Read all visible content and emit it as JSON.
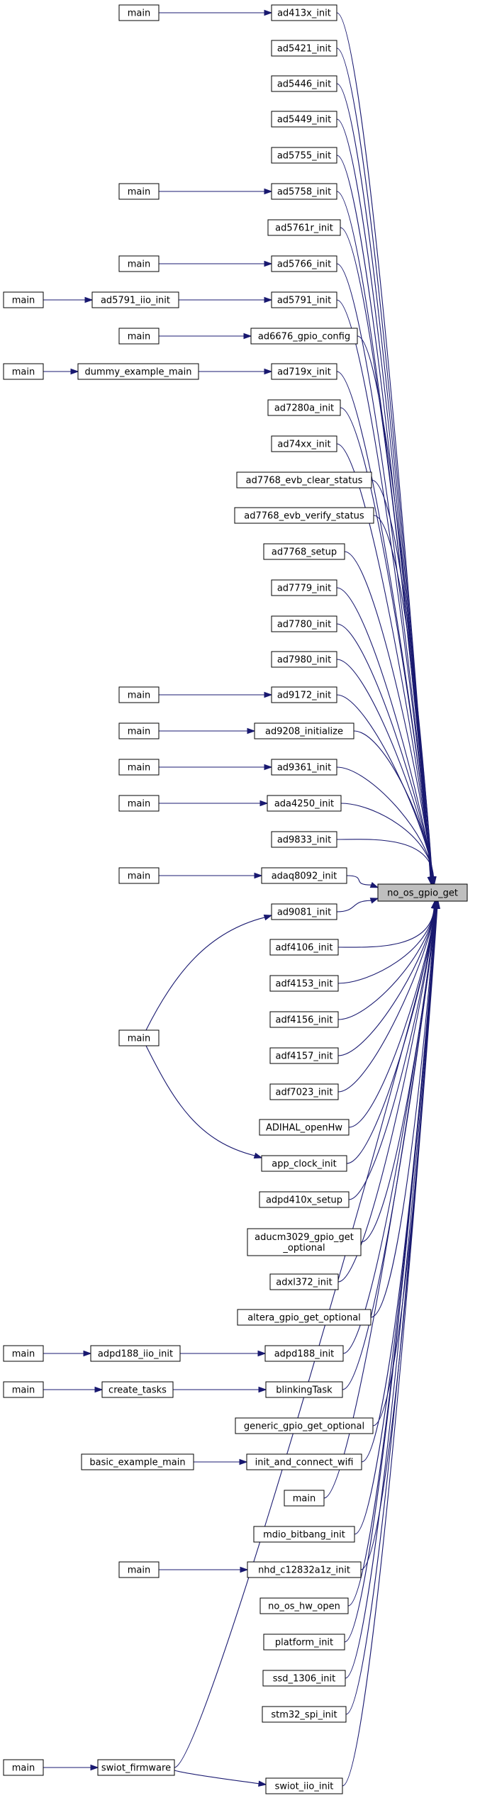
{
  "diagram": {
    "type": "call-graph",
    "target": "no_os_gpio_get",
    "edge_color": "#191970",
    "target_fill": "#bfbfbf",
    "nodes": [
      {
        "id": "target",
        "label": "no_os_gpio_get"
      },
      {
        "id": "c1",
        "label": "ad413x_init"
      },
      {
        "id": "c2",
        "label": "ad5421_init"
      },
      {
        "id": "c3",
        "label": "ad5446_init"
      },
      {
        "id": "c4",
        "label": "ad5449_init"
      },
      {
        "id": "c5",
        "label": "ad5755_init"
      },
      {
        "id": "c6",
        "label": "ad5758_init"
      },
      {
        "id": "c7",
        "label": "ad5761r_init"
      },
      {
        "id": "c8",
        "label": "ad5766_init"
      },
      {
        "id": "c9",
        "label": "ad5791_init"
      },
      {
        "id": "c10",
        "label": "ad6676_gpio_config"
      },
      {
        "id": "c11",
        "label": "ad719x_init"
      },
      {
        "id": "c12",
        "label": "ad7280a_init"
      },
      {
        "id": "c13",
        "label": "ad74xx_init"
      },
      {
        "id": "c14",
        "label": "ad7768_evb_clear_status"
      },
      {
        "id": "c15",
        "label": "ad7768_evb_verify_status"
      },
      {
        "id": "c16",
        "label": "ad7768_setup"
      },
      {
        "id": "c17",
        "label": "ad7779_init"
      },
      {
        "id": "c18",
        "label": "ad7780_init"
      },
      {
        "id": "c19",
        "label": "ad7980_init"
      },
      {
        "id": "c20",
        "label": "ad9172_init"
      },
      {
        "id": "c21",
        "label": "ad9208_initialize"
      },
      {
        "id": "c22",
        "label": "ad9361_init"
      },
      {
        "id": "c23",
        "label": "ada4250_init"
      },
      {
        "id": "c24",
        "label": "ad9833_init"
      },
      {
        "id": "c25",
        "label": "adaq8092_init"
      },
      {
        "id": "c26",
        "label": "ad9081_init"
      },
      {
        "id": "c27",
        "label": "adf4106_init"
      },
      {
        "id": "c28",
        "label": "adf4153_init"
      },
      {
        "id": "c29",
        "label": "adf4156_init"
      },
      {
        "id": "c30",
        "label": "adf4157_init"
      },
      {
        "id": "c31",
        "label": "adf7023_init"
      },
      {
        "id": "c32",
        "label": "ADIHAL_openHw"
      },
      {
        "id": "c33",
        "label": "app_clock_init"
      },
      {
        "id": "c34",
        "label": "adpd410x_setup"
      },
      {
        "id": "c35",
        "label": "aducm3029_gpio_get\n_optional"
      },
      {
        "id": "c36",
        "label": "adxl372_init"
      },
      {
        "id": "c37",
        "label": "altera_gpio_get_optional"
      },
      {
        "id": "c38",
        "label": "adpd188_init"
      },
      {
        "id": "c39",
        "label": "blinkingTask"
      },
      {
        "id": "c40",
        "label": "generic_gpio_get_optional"
      },
      {
        "id": "c41",
        "label": "init_and_connect_wifi"
      },
      {
        "id": "c42",
        "label": "main"
      },
      {
        "id": "c43",
        "label": "mdio_bitbang_init"
      },
      {
        "id": "c44",
        "label": "nhd_c12832a1z_init"
      },
      {
        "id": "c45",
        "label": "no_os_hw_open"
      },
      {
        "id": "c46",
        "label": "platform_init"
      },
      {
        "id": "c47",
        "label": "ssd_1306_init"
      },
      {
        "id": "c48",
        "label": "stm32_spi_init"
      },
      {
        "id": "c49",
        "label": "swiot_iio_init"
      },
      {
        "id": "m1",
        "label": "main"
      },
      {
        "id": "m6",
        "label": "main"
      },
      {
        "id": "m8",
        "label": "main"
      },
      {
        "id": "a9",
        "label": "ad5791_iio_init"
      },
      {
        "id": "mm9",
        "label": "main"
      },
      {
        "id": "m10",
        "label": "main"
      },
      {
        "id": "d11",
        "label": "dummy_example_main"
      },
      {
        "id": "mm11",
        "label": "main"
      },
      {
        "id": "m20",
        "label": "main"
      },
      {
        "id": "m21",
        "label": "main"
      },
      {
        "id": "m22",
        "label": "main"
      },
      {
        "id": "m23",
        "label": "main"
      },
      {
        "id": "m25",
        "label": "main"
      },
      {
        "id": "m26",
        "label": "main"
      },
      {
        "id": "a38",
        "label": "adpd188_iio_init"
      },
      {
        "id": "mm38",
        "label": "main"
      },
      {
        "id": "a39",
        "label": "create_tasks"
      },
      {
        "id": "mm39",
        "label": "main"
      },
      {
        "id": "b41",
        "label": "basic_example_main"
      },
      {
        "id": "m44",
        "label": "main"
      },
      {
        "id": "sw",
        "label": "swiot_firmware"
      },
      {
        "id": "msw",
        "label": "main"
      }
    ],
    "edges": [
      [
        "c1",
        "target"
      ],
      [
        "c2",
        "target"
      ],
      [
        "c3",
        "target"
      ],
      [
        "c4",
        "target"
      ],
      [
        "c5",
        "target"
      ],
      [
        "c6",
        "target"
      ],
      [
        "c7",
        "target"
      ],
      [
        "c8",
        "target"
      ],
      [
        "c9",
        "target"
      ],
      [
        "c10",
        "target"
      ],
      [
        "c11",
        "target"
      ],
      [
        "c12",
        "target"
      ],
      [
        "c13",
        "target"
      ],
      [
        "c14",
        "target"
      ],
      [
        "c15",
        "target"
      ],
      [
        "c16",
        "target"
      ],
      [
        "c17",
        "target"
      ],
      [
        "c18",
        "target"
      ],
      [
        "c19",
        "target"
      ],
      [
        "c20",
        "target"
      ],
      [
        "c21",
        "target"
      ],
      [
        "c22",
        "target"
      ],
      [
        "c23",
        "target"
      ],
      [
        "c24",
        "target"
      ],
      [
        "c25",
        "target"
      ],
      [
        "c26",
        "target"
      ],
      [
        "c27",
        "target"
      ],
      [
        "c28",
        "target"
      ],
      [
        "c29",
        "target"
      ],
      [
        "c30",
        "target"
      ],
      [
        "c31",
        "target"
      ],
      [
        "c32",
        "target"
      ],
      [
        "c33",
        "target"
      ],
      [
        "c34",
        "target"
      ],
      [
        "c35",
        "target"
      ],
      [
        "c36",
        "target"
      ],
      [
        "c37",
        "target"
      ],
      [
        "c38",
        "target"
      ],
      [
        "c39",
        "target"
      ],
      [
        "c40",
        "target"
      ],
      [
        "c41",
        "target"
      ],
      [
        "c42",
        "target"
      ],
      [
        "c43",
        "target"
      ],
      [
        "c44",
        "target"
      ],
      [
        "c45",
        "target"
      ],
      [
        "c46",
        "target"
      ],
      [
        "c47",
        "target"
      ],
      [
        "c48",
        "target"
      ],
      [
        "c49",
        "target"
      ],
      [
        "sw",
        "target"
      ],
      [
        "m1",
        "c1"
      ],
      [
        "m6",
        "c6"
      ],
      [
        "m8",
        "c8"
      ],
      [
        "a9",
        "c9"
      ],
      [
        "mm9",
        "a9"
      ],
      [
        "m10",
        "c10"
      ],
      [
        "d11",
        "c11"
      ],
      [
        "mm11",
        "d11"
      ],
      [
        "m20",
        "c20"
      ],
      [
        "m21",
        "c21"
      ],
      [
        "m22",
        "c22"
      ],
      [
        "m23",
        "c23"
      ],
      [
        "m25",
        "c25"
      ],
      [
        "m26",
        "c26"
      ],
      [
        "m26",
        "c33"
      ],
      [
        "a38",
        "c38"
      ],
      [
        "mm38",
        "a38"
      ],
      [
        "a39",
        "c39"
      ],
      [
        "mm39",
        "a39"
      ],
      [
        "b41",
        "c41"
      ],
      [
        "m44",
        "c44"
      ],
      [
        "sw",
        "c49"
      ],
      [
        "msw",
        "sw"
      ]
    ]
  }
}
